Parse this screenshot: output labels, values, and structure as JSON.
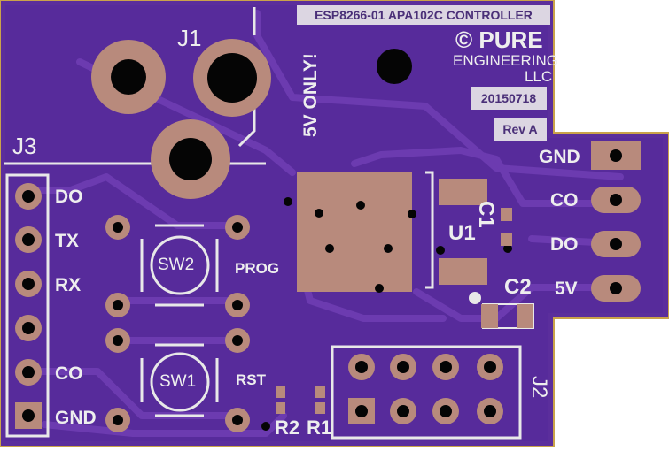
{
  "board": {
    "colors": {
      "soldermask": "#5b2e9c",
      "soldermask_dark": "#4a2586",
      "trace": "#6c3bb0",
      "copper": "#b88a7c",
      "silkscreen": "#eeeeee",
      "hole": "#050505",
      "label_bg": "#dcd6e2",
      "label_text": "#4a2f78"
    },
    "title_label": "ESP8266-01 APA102C CONTROLLER",
    "company": {
      "line1": "© PURE",
      "line2": "ENGINEERING",
      "line3": "LLC"
    },
    "date_label": "20150718",
    "rev_label": "Rev A",
    "warning": "5V ONLY!",
    "refs": {
      "j1": "J1",
      "j2": "J2",
      "j3": "J3",
      "u1": "U1",
      "c1": "C1",
      "c2": "C2",
      "sw1": "SW1",
      "sw2": "SW2",
      "r1": "R1",
      "r2": "R2",
      "prog": "PROG",
      "rst": "RST"
    },
    "j3_pins": [
      "DO",
      "TX",
      "RX",
      "",
      "CO",
      "GND"
    ],
    "right_pins": [
      "GND",
      "CO",
      "DO",
      "5V"
    ]
  }
}
